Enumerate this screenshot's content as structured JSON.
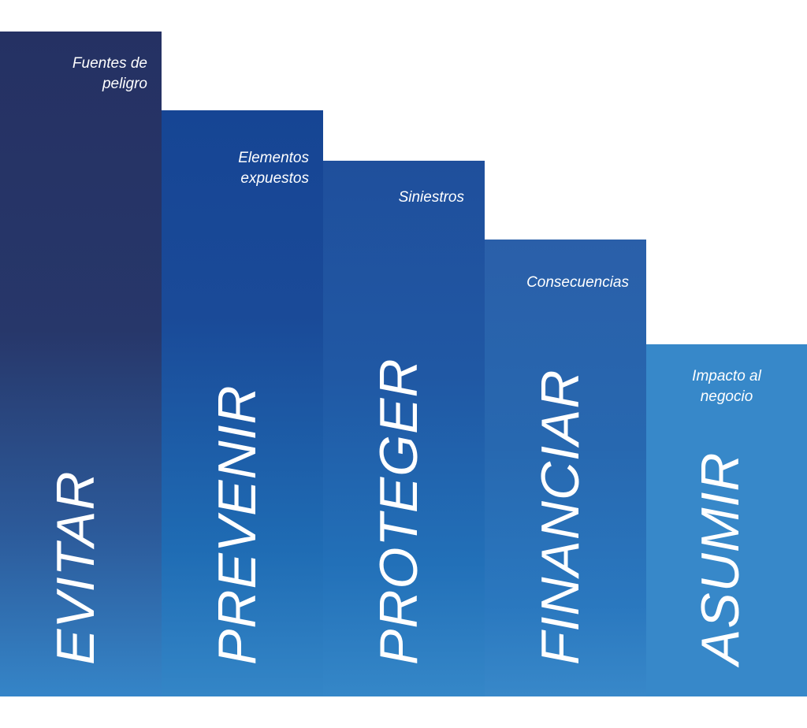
{
  "steps": [
    {
      "title": "EVITAR",
      "subtitle_lines": [
        "Fuentes de",
        "peligro"
      ]
    },
    {
      "title": "PREVENIR",
      "subtitle_lines": [
        "Elementos",
        "expuestos"
      ]
    },
    {
      "title": "PROTEGER",
      "subtitle_lines": [
        "Siniestros"
      ]
    },
    {
      "title": "FINANCIAR",
      "subtitle_lines": [
        "Consecuencias"
      ]
    },
    {
      "title": "ASUMIR",
      "subtitle_lines": [
        "Impacto al",
        "negocio"
      ]
    }
  ],
  "colors": {
    "darkest": "#253163",
    "dark": "#164594",
    "mid": "#1f4f9c",
    "light": "#2a5fa9",
    "lightest": "#3788c9",
    "text": "#ffffff"
  }
}
